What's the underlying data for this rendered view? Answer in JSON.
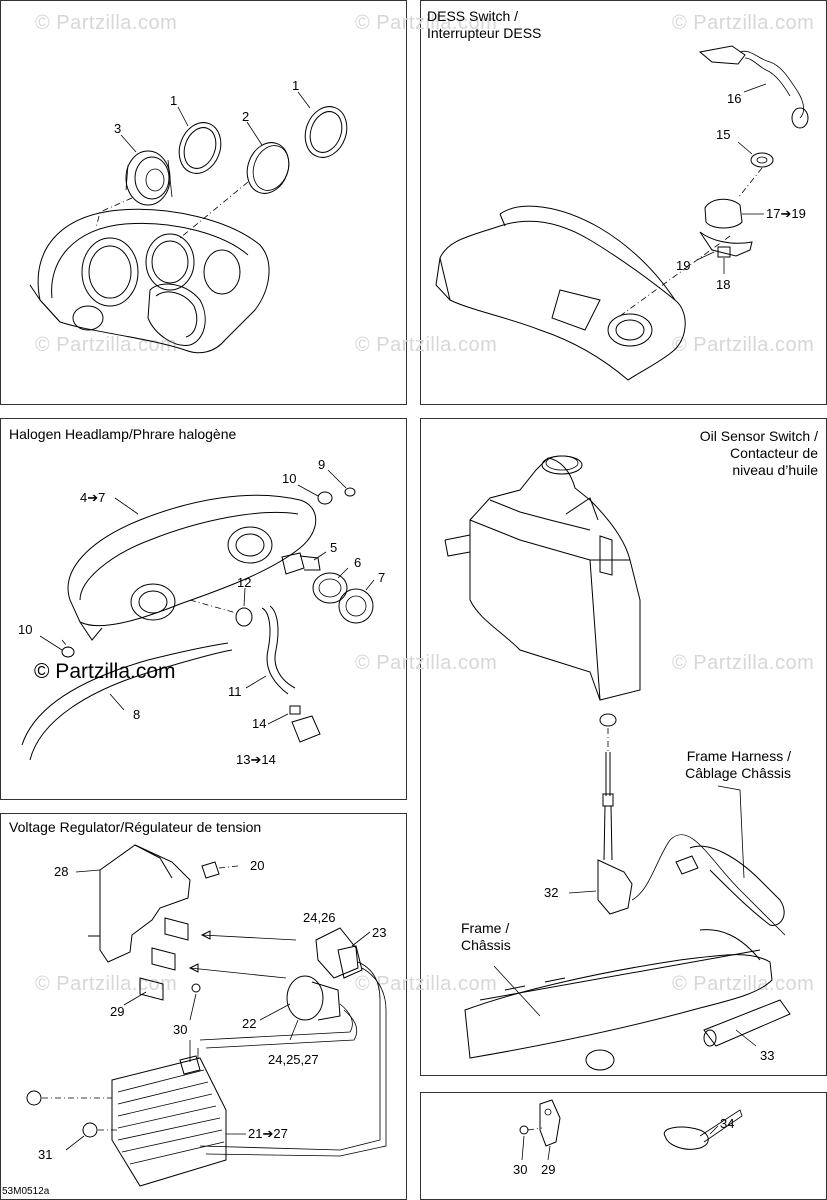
{
  "watermark": "© Partzilla.com",
  "copyright": "© Partzilla.com",
  "drawing_code": "53M0512a",
  "panels": {
    "gauges": {
      "title": "",
      "callouts": [
        "1",
        "1",
        "2",
        "3"
      ]
    },
    "dess": {
      "title_line1": "DESS Switch /",
      "title_line2": "Interrupteur DESS",
      "callouts": [
        "16",
        "15",
        "17➔19",
        "19",
        "18"
      ]
    },
    "headlamp": {
      "title": "Halogen Headlamp/Phrare halogène",
      "callouts": [
        "9",
        "10",
        "4➔7",
        "5",
        "6",
        "7",
        "12",
        "10",
        "11",
        "8",
        "14",
        "13➔14"
      ]
    },
    "oil": {
      "title_line1": "Oil Sensor Switch /",
      "title_line2": "Contacteur de",
      "title_line3": "niveau d’huile",
      "harness_line1": "Frame Harness /",
      "harness_line2": "Câblage Châssis",
      "frame_line1": "Frame /",
      "frame_line2": "Châssis",
      "callouts": [
        "32",
        "33"
      ]
    },
    "voltage": {
      "title": "Voltage Regulator/Régulateur de tension",
      "callouts": [
        "28",
        "20",
        "24,26",
        "23",
        "29",
        "30",
        "22",
        "24,25,27",
        "31",
        "21➔27"
      ]
    },
    "clips": {
      "callouts": [
        "34",
        "30",
        "29"
      ]
    }
  }
}
